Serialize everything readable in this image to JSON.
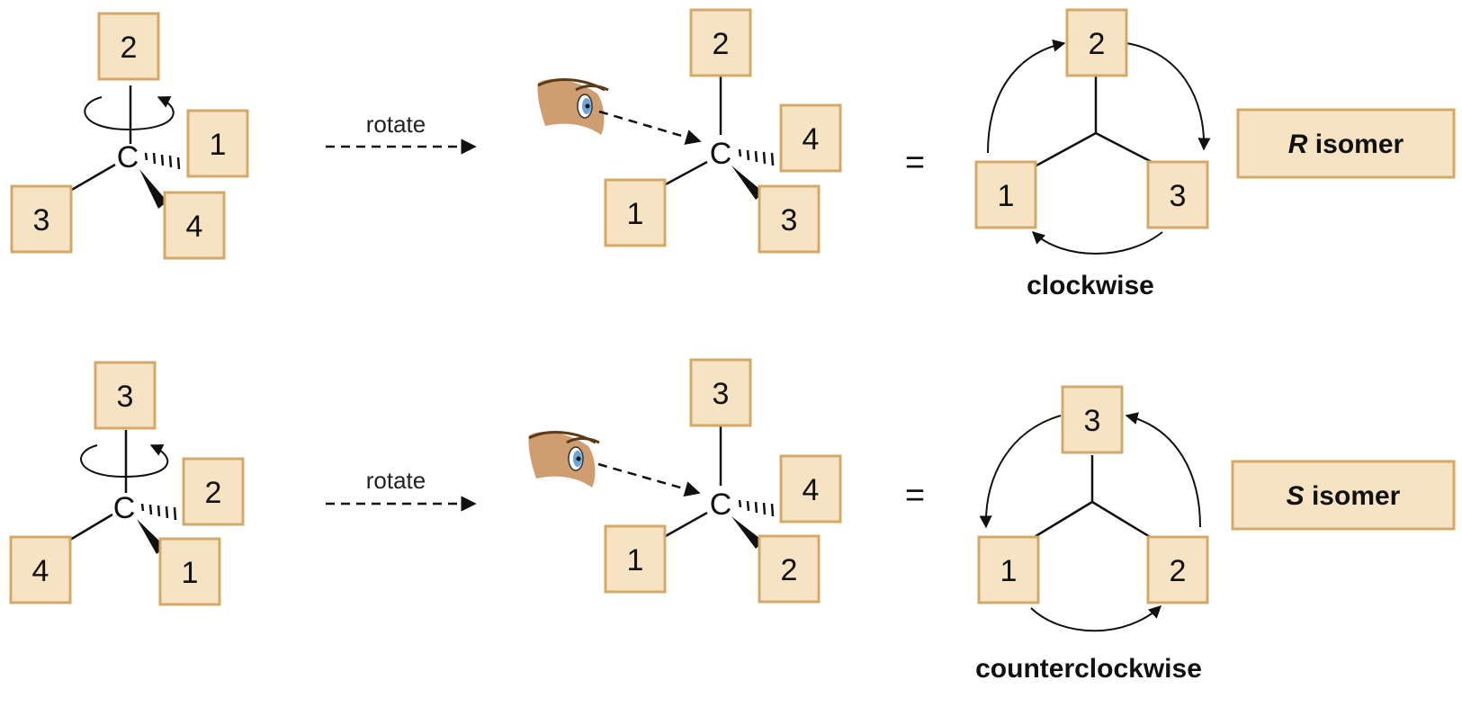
{
  "rows": [
    {
      "id": "r",
      "rotate_label": "rotate",
      "carbon": "C",
      "equals": "=",
      "start": {
        "top": "2",
        "back": "1",
        "left": "3",
        "wedge": "4"
      },
      "rotated": {
        "top": "2",
        "back": "4",
        "left": "1",
        "wedge": "3"
      },
      "cycle": {
        "top": "2",
        "left": "1",
        "right": "3"
      },
      "direction": "clockwise",
      "isomer": {
        "letter": "R",
        "text": " isomer"
      }
    },
    {
      "id": "s",
      "rotate_label": "rotate",
      "carbon": "C",
      "equals": "=",
      "start": {
        "top": "3",
        "back": "2",
        "left": "4",
        "wedge": "1"
      },
      "rotated": {
        "top": "3",
        "back": "4",
        "left": "1",
        "wedge": "2"
      },
      "cycle": {
        "top": "3",
        "left": "1",
        "right": "2"
      },
      "direction": "counterclockwise",
      "isomer": {
        "letter": "S",
        "text": " isomer"
      }
    }
  ]
}
